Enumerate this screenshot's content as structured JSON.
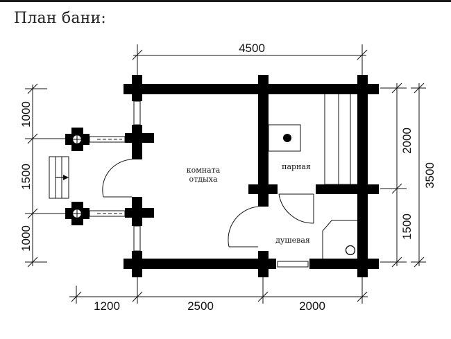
{
  "title": "План бани:",
  "dimensions": {
    "top_total": "4500",
    "right_upper": "2000",
    "right_total": "3500",
    "right_lower": "1500",
    "left_top": "1000",
    "left_middle": "1500",
    "left_bottom": "1000",
    "bottom_porch": "1200",
    "bottom_rest_room": "2500",
    "bottom_steam_room": "2000"
  },
  "rooms": {
    "rest_room_line1": "комната",
    "rest_room_line2": "отдыха",
    "steam_room": "парная",
    "shower_room": "душевая"
  },
  "colors": {
    "wall": "#000000",
    "line": "#111111",
    "background": "#ffffff"
  }
}
